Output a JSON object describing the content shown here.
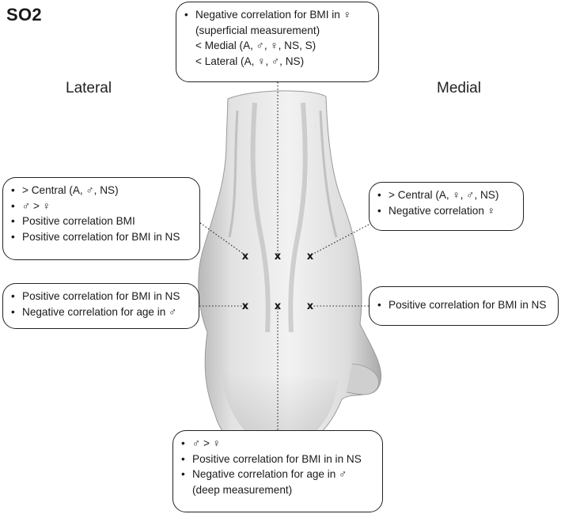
{
  "figure": {
    "title": "SO2",
    "labels": {
      "left": "Lateral",
      "right": "Medial"
    }
  },
  "annotations": {
    "top": {
      "lines": [
        {
          "text": "Negative correlation for BMI in ♀",
          "bullet": true
        },
        {
          "text": "(superficial measurement)",
          "bullet": false
        },
        {
          "text": "< Medial (A, ♂, ♀, NS, S)",
          "bullet": false
        },
        {
          "text": "< Lateral (A, ♀, ♂, NS)",
          "bullet": false
        }
      ]
    },
    "left_upper": {
      "lines": [
        {
          "text": "> Central (A, ♂, NS)",
          "bullet": true
        },
        {
          "text": "♂ > ♀",
          "bullet": true
        },
        {
          "text": "Positive correlation BMI",
          "bullet": true
        },
        {
          "text": "Positive correlation for BMI in NS",
          "bullet": true
        }
      ]
    },
    "left_lower": {
      "lines": [
        {
          "text": "Positive correlation for BMI in NS",
          "bullet": true
        },
        {
          "text": "Negative correlation for age in ♂",
          "bullet": true
        }
      ]
    },
    "right_upper": {
      "lines": [
        {
          "text": "> Central (A, ♀, ♂, NS)",
          "bullet": true
        },
        {
          "text": "Negative correlation ♀",
          "bullet": true
        }
      ]
    },
    "right_lower": {
      "lines": [
        {
          "text": "Positive correlation for BMI in NS",
          "bullet": true
        }
      ]
    },
    "bottom": {
      "lines": [
        {
          "text": "♂ > ♀",
          "bullet": true
        },
        {
          "text": "Positive correlation for BMI in in NS",
          "bullet": true
        },
        {
          "text": "Negative correlation for age in ♂",
          "bullet": true
        },
        {
          "text": "(deep measurement)",
          "bullet": false
        }
      ]
    }
  },
  "markers": {
    "symbol": "x"
  },
  "colors": {
    "line": "#222222",
    "heel_light": "#ececec",
    "heel_mid": "#c9c9c9",
    "heel_dark": "#8a8a8a"
  }
}
